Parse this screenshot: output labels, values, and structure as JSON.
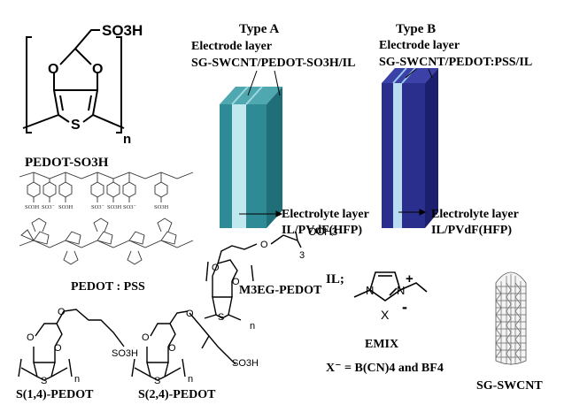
{
  "colors": {
    "type_a_front": "#2e8a95",
    "type_a_side": "#1f6e78",
    "type_a_top": "#4fa7b0",
    "type_a_inner": "#bfe9ee",
    "type_b_front": "#2a2e8c",
    "type_b_side": "#1c1f6e",
    "type_b_top": "#3c41a8",
    "type_b_inner": "#b9dcf2",
    "ink": "#000000"
  },
  "pedot_so3h": {
    "substituent": "SO3H",
    "ring_o_left": "O",
    "ring_o_right": "O",
    "ring_s": "S",
    "repeat_n": "n",
    "label": "PEDOT-SO3H"
  },
  "pedot_pss": {
    "sulfonate_labels": [
      "SO3H",
      "SO3⁻",
      "SO3H",
      "SO3⁻",
      "SO3H",
      "SO3⁻",
      "SO3H"
    ],
    "label": "PEDOT : PSS"
  },
  "type_a": {
    "title": "Type A",
    "electrode_heading": "Electrode layer",
    "electrode_material": "SG-SWCNT/PEDOT-SO3H/IL",
    "electrolyte_heading": "Electrolyte layer",
    "electrolyte_material": "IL/PVdF(HFP)"
  },
  "type_b": {
    "title": "Type B",
    "electrode_heading": "Electrode layer",
    "electrode_material": "SG-SWCNT/PEDOT:PSS/IL",
    "electrolyte_heading": "Electrolyte layer",
    "electrolyte_material": "IL/PVdF(HFP)"
  },
  "m3eg_pedot": {
    "label": "M3EG-PEDOT",
    "side_chain": "OCH3",
    "repeat_subscript": "3",
    "ring_s": "S",
    "repeat_n": "n"
  },
  "s14_pedot": {
    "label": "S(1,4)-PEDOT",
    "side_chain": "SO3H",
    "ring_s": "S",
    "repeat_n": "n"
  },
  "s24_pedot": {
    "label": "S(2,4)-PEDOT",
    "side_chain": "SO3H",
    "ring_s": "S",
    "repeat_n": "n"
  },
  "ionic_liquid": {
    "heading": "IL;",
    "cation_n1": "N",
    "cation_n2": "N",
    "cation_charge": "+",
    "anion": "X",
    "anion_charge": "-",
    "name": "EMIX",
    "anion_def": "X⁻ = B(CN)4  and  BF4"
  },
  "swcnt": {
    "label": "SG-SWCNT"
  }
}
